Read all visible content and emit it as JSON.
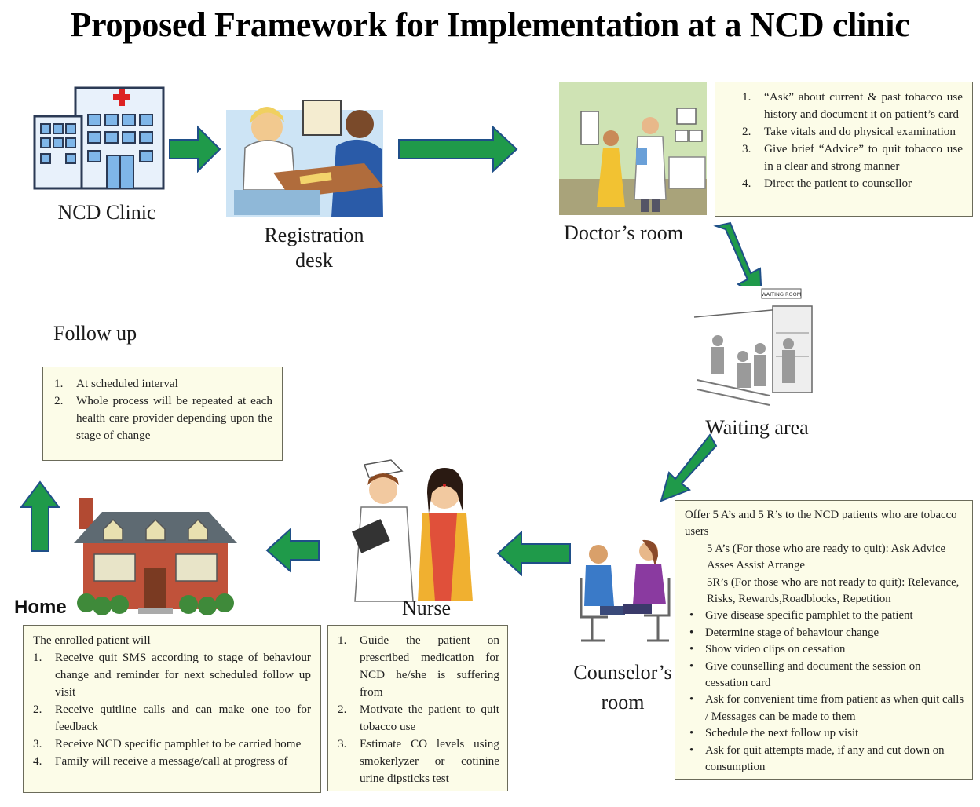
{
  "title": "Proposed Framework for Implementation at a NCD clinic",
  "stations": {
    "ncd_clinic": "NCD Clinic",
    "registration_line1": "Registration",
    "registration_line2": "desk",
    "doctor": "Doctor’s room",
    "waiting": "Waiting area",
    "counselor_line1": "Counselor’s",
    "counselor_line2": "room",
    "nurse": "Nurse",
    "home": "Home",
    "follow_up": "Follow up"
  },
  "images": {
    "registration_sign": "",
    "waiting_room_sign": "WAITING ROOM"
  },
  "doctor_box": {
    "items": [
      {
        "n": "1.",
        "text": "“Ask” about current & past tobacco use history and document it on patient’s card"
      },
      {
        "n": "2.",
        "text": "Take vitals and do physical examination"
      },
      {
        "n": "3.",
        "text": "Give brief “Advice” to quit tobacco use in a clear and strong manner"
      },
      {
        "n": "4.",
        "text": "Direct the patient to counsellor"
      }
    ]
  },
  "followup_box": {
    "items": [
      {
        "n": "1.",
        "text": "At scheduled interval"
      },
      {
        "n": "2.",
        "text": "Whole process will be repeated at each health care provider depending upon the stage of change"
      }
    ]
  },
  "counselor_box": {
    "intro": "Offer 5 A’s and 5 R’s to the NCD patients who are tobacco users",
    "five_as": "5 A’s (For those who are ready to quit): Ask Advice Asses Assist Arrange",
    "five_rs": "5R’s (For those who are not ready to quit): Relevance, Risks, Rewards,Roadblocks, Repetition",
    "bullets": [
      "Give disease specific pamphlet to the patient",
      "Determine stage of behaviour change",
      "Show video clips on cessation",
      "Give counselling and document the session on cessation card",
      "Ask for convenient time from patient as when quit calls / Messages can be made to them",
      "Schedule the next follow up visit",
      "Ask for quit attempts made, if any and cut down on consumption"
    ]
  },
  "nurse_box": {
    "items": [
      {
        "n": "1.",
        "text": "Guide the patient on prescribed medication for NCD he/she is suffering from"
      },
      {
        "n": "2.",
        "text": "Motivate the patient to quit tobacco use"
      },
      {
        "n": "3.",
        "text": "Estimate CO levels using smokerlyzer or cotinine urine dipsticks test"
      }
    ]
  },
  "home_box": {
    "intro": "The enrolled patient will",
    "items": [
      {
        "n": "1.",
        "text": "Receive quit SMS according to stage of behaviour change and reminder for next scheduled follow up visit"
      },
      {
        "n": "2.",
        "text": "Receive quitline calls and can make one too for feedback"
      },
      {
        "n": "3.",
        "text": "Receive NCD specific pamphlet to be carried home"
      },
      {
        "n": "4.",
        "text": "Family will receive a message/call at progress of"
      }
    ]
  },
  "colors": {
    "arrow_fill": "#1f9a4a",
    "arrow_stroke": "#1f4f88",
    "box_fill": "#fcfce8",
    "box_border": "#6b6b5a"
  }
}
